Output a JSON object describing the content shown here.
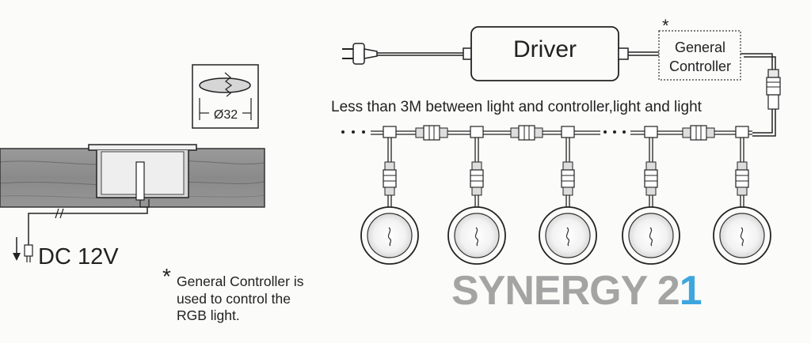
{
  "labels": {
    "driver": "Driver",
    "controller_asterisk": "*",
    "controller_line1": "General",
    "controller_line2": "Controller",
    "distance_note": "Less than 3M between light and controller,light and light",
    "hole_diameter": "Ø32",
    "power": "DC 12V"
  },
  "footnote": {
    "asterisk": "*",
    "lines": [
      "General Controller  is",
      "used to control the",
      "RGB light."
    ]
  },
  "brand": {
    "part1": "SYNERGY 2",
    "part2": "1",
    "color_gray": "#a4a4a4",
    "color_blue": "#3ea6de"
  },
  "lights": {
    "count": 5
  }
}
